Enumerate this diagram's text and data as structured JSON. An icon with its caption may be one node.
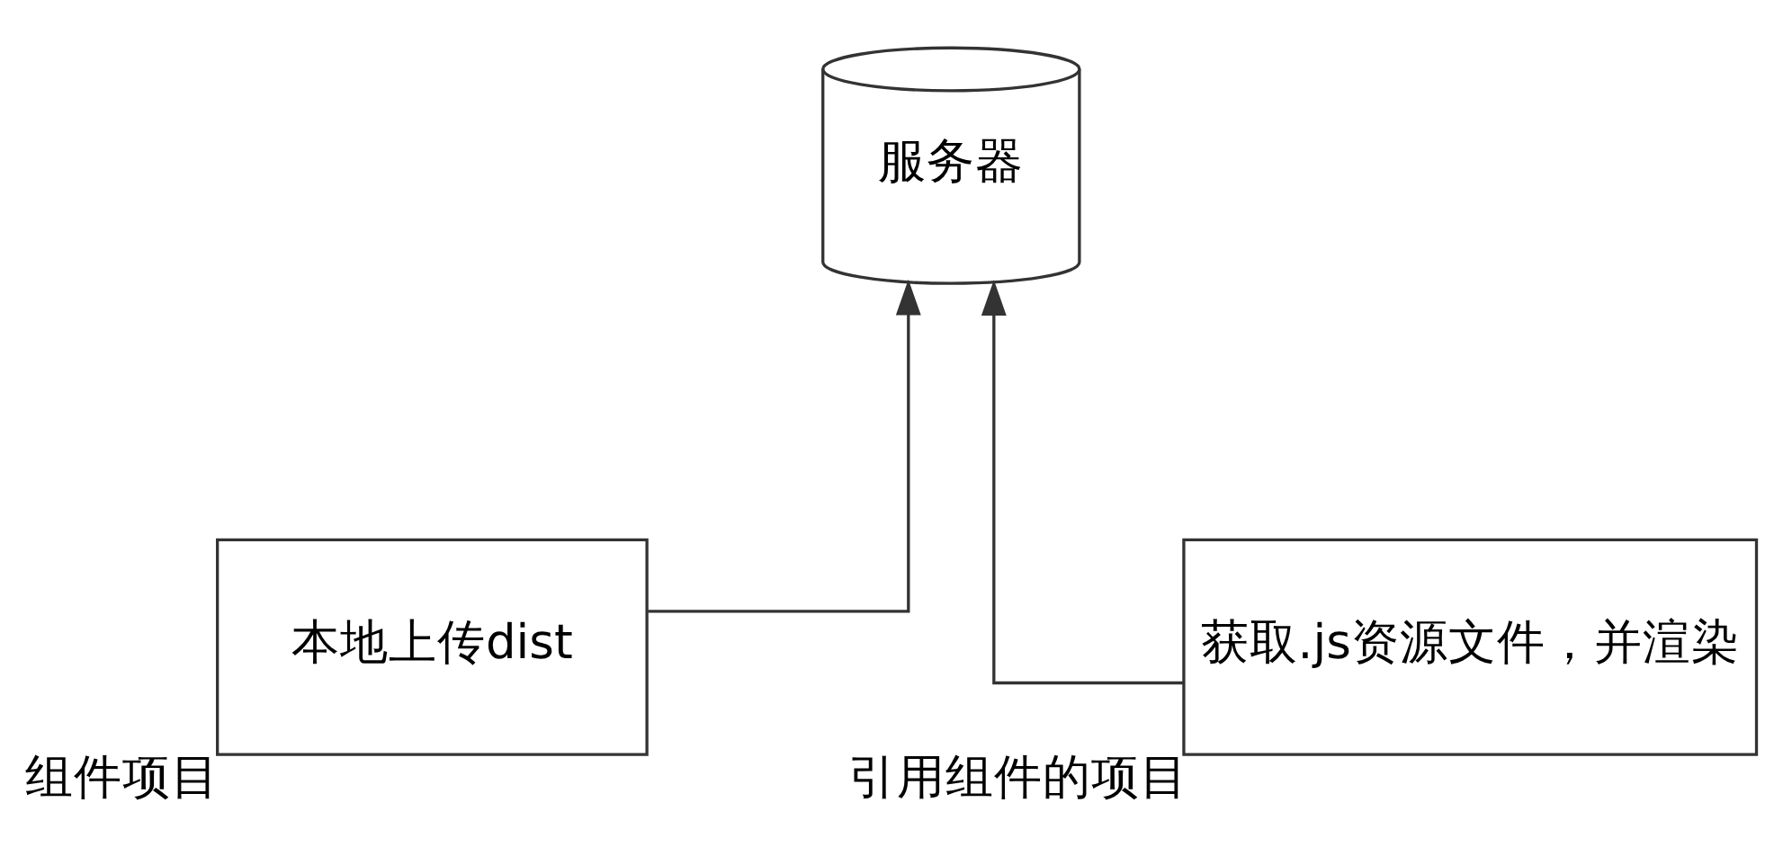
{
  "diagram": {
    "nodes": [
      {
        "text": [
          "服务器"
        ]
      },
      {
        "text": [
          "本地上传dist"
        ],
        "beside": [
          "组件项目"
        ]
      },
      {
        "text": [
          "获取.js资源文件，并渲染"
        ],
        "beside": [
          "引用组件的项目"
        ]
      }
    ],
    "edges": [
      {
        "from": 1,
        "to": 0,
        "arrow": "to"
      },
      {
        "from": 2,
        "to": 0,
        "arrow": "to"
      }
    ]
  }
}
